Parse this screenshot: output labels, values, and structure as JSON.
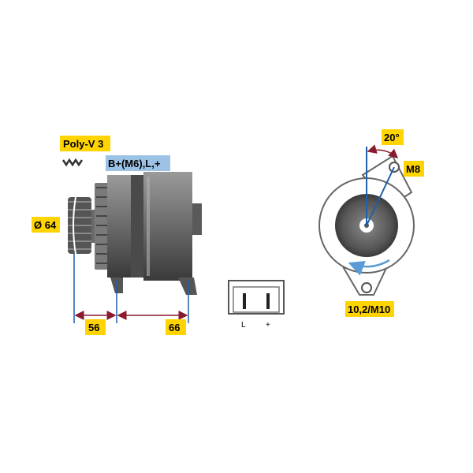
{
  "labels": {
    "belt": "Poly-V 3",
    "terminals": "B+(M6),L,+",
    "pulley_diameter": "Ø 64",
    "dim_left": "56",
    "dim_right": "66",
    "angle": "20°",
    "bolt": "M8",
    "mount": "10,2/M10"
  },
  "connector": {
    "pin_left": "L",
    "pin_right": "+"
  },
  "colors": {
    "label_bg": "#ffd400",
    "terminal_bg": "#9cc3e6",
    "dim_line": "#8b1a2e",
    "axis_line": "#1f5fa8",
    "body_dark": "#444444",
    "body_mid": "#777777",
    "body_light": "#a9a9a9"
  }
}
